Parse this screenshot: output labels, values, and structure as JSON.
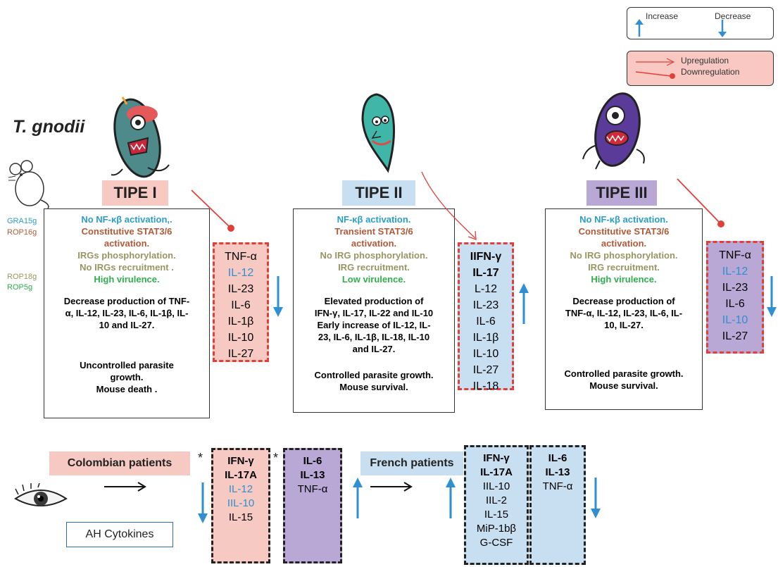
{
  "legend": {
    "increase": "Increase",
    "decrease": "Decrease",
    "upregulation": "Upregulation",
    "downregulation": "Downregulation"
  },
  "species": "T. gnodii",
  "genes": [
    "GRA15g",
    "ROP16g",
    "ROP18g",
    "ROP5g"
  ],
  "types": [
    {
      "label": "TIPE I",
      "lines": [
        {
          "text": "No NF-κβ activation,.",
          "color": "teal"
        },
        {
          "text": "Constitutive STAT3/6",
          "color": "brown"
        },
        {
          "text": "activation.",
          "color": "brown"
        },
        {
          "text": "IRGs phosphorylation.",
          "color": "olive"
        },
        {
          "text": "No IRGs recruitment .",
          "color": "olive"
        },
        {
          "text": "High virulence.",
          "color": "green"
        }
      ],
      "production": [
        "Decrease production of TNF-",
        "α, IL-12, IL-23, IL-6, IL-1β, IL-",
        "10 and IL-27."
      ],
      "outcome": [
        "Uncontrolled parasite",
        "growth.",
        "Mouse death ."
      ],
      "cytokines": [
        "TNF-α",
        "IL-12",
        "IL-23",
        "IL-6",
        "IL-1β",
        "IL-10",
        "IL-27"
      ]
    },
    {
      "label": "TIPE II",
      "lines": [
        {
          "text": "NF-κβ activation.",
          "color": "teal"
        },
        {
          "text": "Transient STAT3/6",
          "color": "brown"
        },
        {
          "text": "activation.",
          "color": "brown"
        },
        {
          "text": "No IRG phosphorylation.",
          "color": "olive"
        },
        {
          "text": "IRG recruitment.",
          "color": "olive"
        },
        {
          "text": "Low virulence.",
          "color": "green"
        }
      ],
      "production": [
        "Elevated production of",
        "IFN-γ, IL-17, IL-22 and IL-10",
        "Early increase of IL-12, IL-",
        "23, IL-6, IL-1β, IL-18, IL-10",
        "and IL-27."
      ],
      "outcome": [
        "Controlled parasite growth.",
        "Mouse survival."
      ],
      "cytokines": [
        "IIFN-γ",
        "IL-17",
        "L-12",
        "IL-23",
        "IL-6",
        "IL-1β",
        "IL-10",
        "IL-27",
        "IL-18"
      ]
    },
    {
      "label": "TIPE III",
      "lines": [
        {
          "text": "No NF-κβ activation.",
          "color": "teal"
        },
        {
          "text": "Constitutive STAT3/6",
          "color": "brown"
        },
        {
          "text": "activation.",
          "color": "brown"
        },
        {
          "text": "No IRG phosphorylation.",
          "color": "olive"
        },
        {
          "text": "IRG recruitment.",
          "color": "olive"
        },
        {
          "text": "High virulence.",
          "color": "green"
        }
      ],
      "production": [
        "Decrease production of",
        "TNF-α, IL-12, IL-23, IL-6, IL-",
        "10, IL-27."
      ],
      "outcome": [
        "Controlled parasite growth.",
        "Mouse survival."
      ],
      "cytokines": [
        "TNF-α",
        "IL-12",
        "IL-23",
        "IL-6",
        "IL-10",
        "IL-27"
      ]
    }
  ],
  "patients": {
    "colombian": "Colombian patients",
    "french": "French patients",
    "ah_cytokines": "AH Cytokines",
    "asterisk": "*",
    "col_box1": [
      "IFN-γ",
      "IL-17A",
      "IL-12",
      "IIL-10",
      "IL-15"
    ],
    "col_box2": [
      "IL-6",
      "IL-13",
      "TNF-α"
    ],
    "fr_box1": [
      "IFN-γ",
      "IL-17A",
      "IIL-10",
      "IIL-2",
      "IL-15",
      "MiP-1bβ",
      "G-CSF"
    ],
    "fr_box2": [
      "IL-6",
      "IL-13",
      "TNF-α"
    ]
  }
}
